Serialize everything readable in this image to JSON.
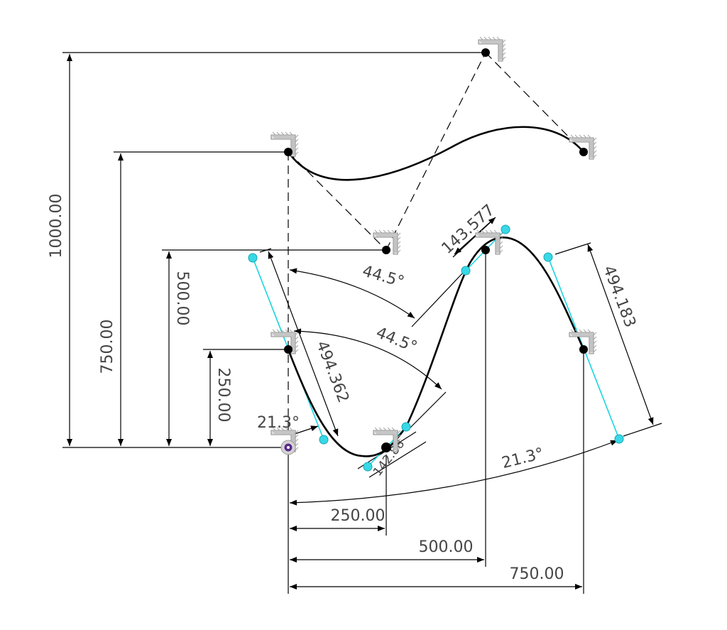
{
  "dimensions": {
    "h250": "250.00",
    "h500": "500.00",
    "h750": "750.00",
    "v250": "250.00",
    "v500": "500.00",
    "v750": "750.00",
    "v1000": "1000.00",
    "ang_left_upper": "44.5°",
    "ang_left_lower": "44.5°",
    "ang_bottom_small": "21.3°",
    "ang_bottom_large": "21.3°",
    "len_left_handle": "494.362",
    "len_right_handle": "494.183",
    "len_top_handle": "143.577",
    "len_bottom_handle": "142.88"
  },
  "colors": {
    "handle": "#19d6e0",
    "curve": "#000000",
    "dimension_text": "#454545",
    "origin_point": "#5a2a8a"
  },
  "icons": [
    "fix-constraint-icon",
    "origin-point-icon"
  ]
}
